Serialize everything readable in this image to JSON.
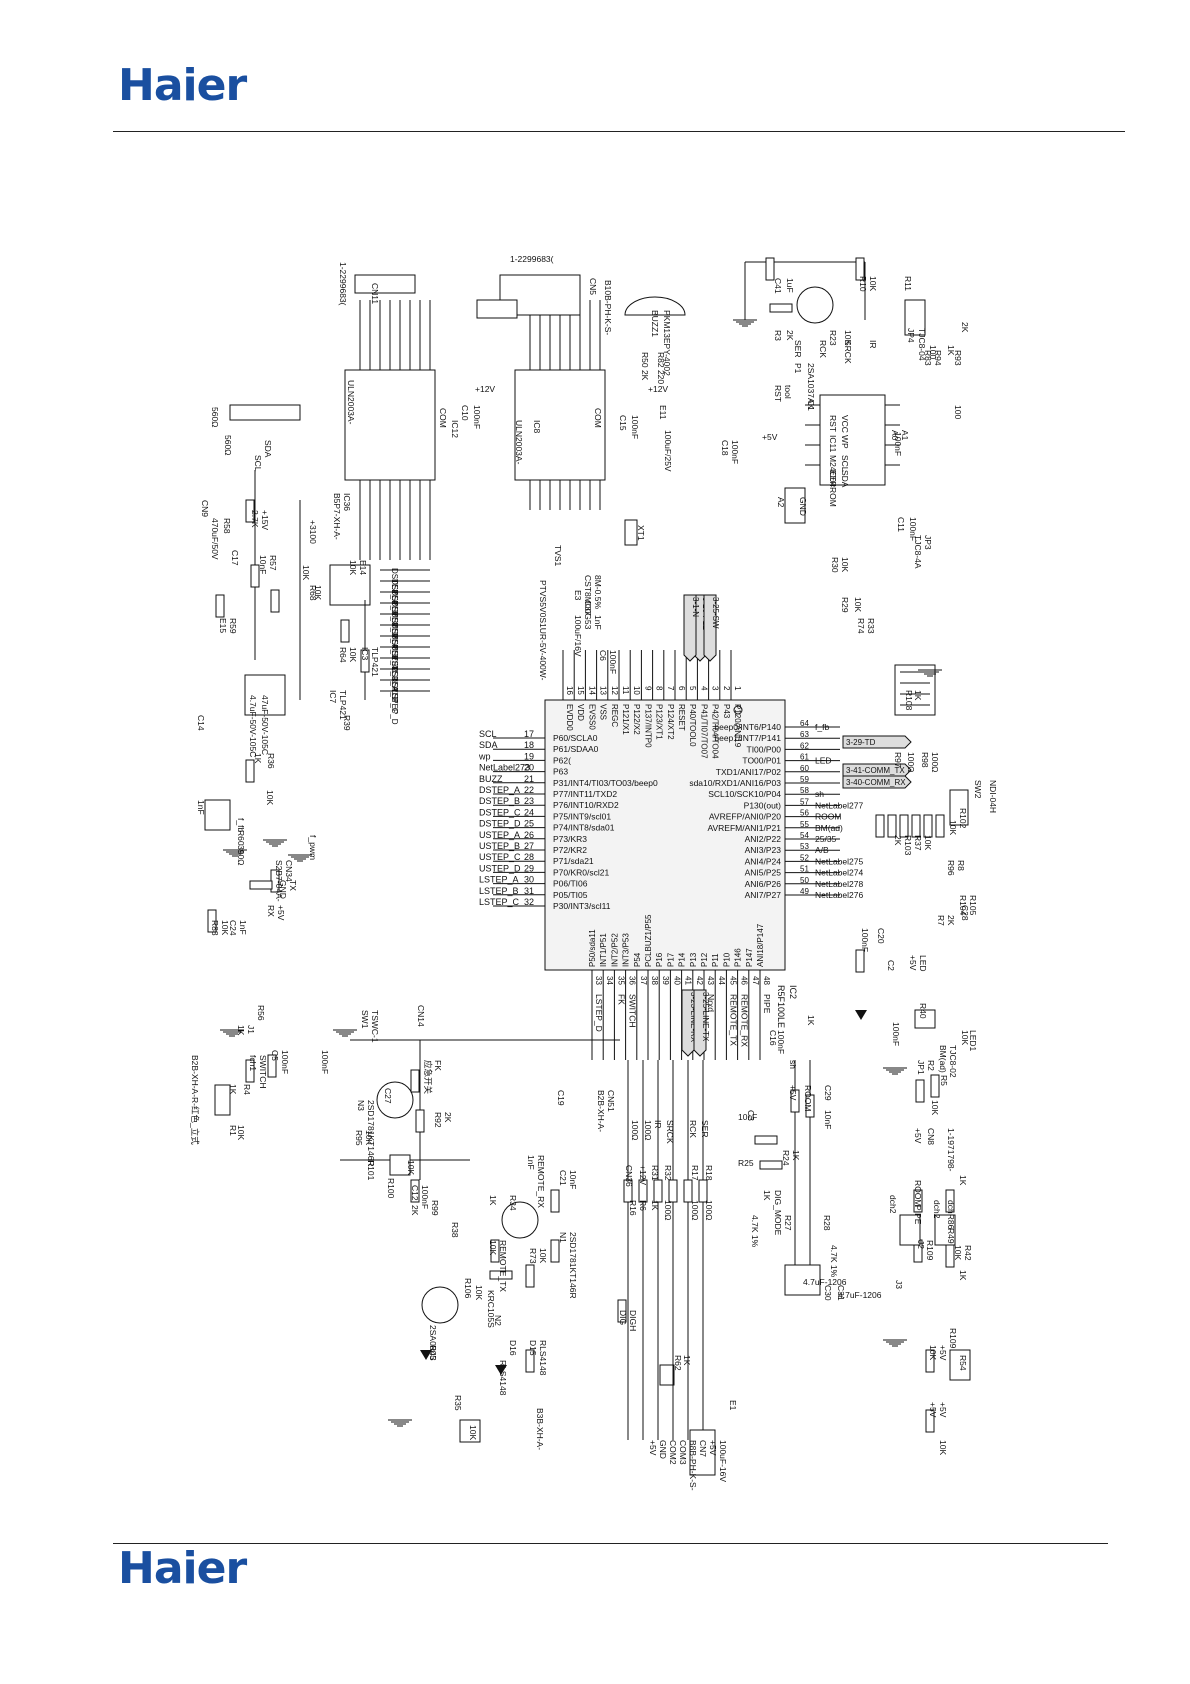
{
  "brand": {
    "logo_text": "Haier"
  },
  "schematic": {
    "mcu": {
      "ref": "IC2",
      "part": "R5F100LE",
      "pins_left": [
        {
          "net": "SCL",
          "num": "17",
          "name": "P60/SCLA0"
        },
        {
          "net": "SDA",
          "num": "18",
          "name": "P61/SDAA0"
        },
        {
          "net": "wp",
          "num": "19",
          "name": "P62("
        },
        {
          "net": "NetLabel273",
          "num": "20",
          "name": "P63"
        },
        {
          "net": "BUZZ",
          "num": "21",
          "name": "P31/INT4/TI03/TO03/beep0"
        },
        {
          "net": "DSTEP_A",
          "num": "22",
          "name": "P77/INT11/TXD2"
        },
        {
          "net": "DSTEP_B",
          "num": "23",
          "name": "P76/INT10/RXD2"
        },
        {
          "net": "DSTEP_C",
          "num": "24",
          "name": "P75/INT9/scl01"
        },
        {
          "net": "DSTEP_D",
          "num": "25",
          "name": "P74/INT8/sda01"
        },
        {
          "net": "USTEP_A",
          "num": "26",
          "name": "P73/KR3"
        },
        {
          "net": "USTEP_B",
          "num": "27",
          "name": "P72/KR2"
        },
        {
          "net": "USTEP_C",
          "num": "28",
          "name": "P71/sda21"
        },
        {
          "net": "USTEP_D",
          "num": "29",
          "name": "P70/KR0/scl21"
        },
        {
          "net": "LSTEP_A",
          "num": "30",
          "name": "P06/TI06"
        },
        {
          "net": "LSTEP_B",
          "num": "31",
          "name": "P05/TI05"
        },
        {
          "net": "LSTEP_C",
          "num": "32",
          "name": "P30/INT3/scl11"
        }
      ],
      "pins_top": [
        {
          "num": "1",
          "name": "P120/ANI19"
        },
        {
          "num": "2",
          "name": "P43"
        },
        {
          "num": "3",
          "name": "P42/TI04/TO04"
        },
        {
          "num": "4",
          "name": "P41/TI07/TO07"
        },
        {
          "num": "5",
          "name": "P40/TOOL0"
        },
        {
          "num": "6",
          "name": "RESET"
        },
        {
          "num": "7",
          "name": "P124/XT2"
        },
        {
          "num": "8",
          "name": "P123/XT1"
        },
        {
          "num": "9",
          "name": "P137/INTP0"
        },
        {
          "num": "10",
          "name": "P122/X2"
        },
        {
          "num": "11",
          "name": "P121/X1"
        },
        {
          "num": "12",
          "name": "REGC"
        },
        {
          "num": "13",
          "name": "VSS"
        },
        {
          "num": "14",
          "name": "EVSS0"
        },
        {
          "num": "15",
          "name": "VDD"
        },
        {
          "num": "16",
          "name": "EVDD0"
        }
      ],
      "pins_right": [
        {
          "num": "64",
          "name": "beep0/INT6/P140",
          "net": "f_fb"
        },
        {
          "num": "63",
          "name": "beep1/INT7/P141",
          "net": ""
        },
        {
          "num": "62",
          "name": "TI00/P00",
          "net": ""
        },
        {
          "num": "61",
          "name": "TO00/P01",
          "net": "LED"
        },
        {
          "num": "60",
          "name": "TXD1/ANI17/P02",
          "net": ""
        },
        {
          "num": "59",
          "name": "sda10/RXD1/ANI16/P03",
          "net": ""
        },
        {
          "num": "58",
          "name": "SCL10/SCK10/P04",
          "net": "sh"
        },
        {
          "num": "57",
          "name": "P130(out)",
          "net": "NetLabel277"
        },
        {
          "num": "56",
          "name": "AVREFP/ANI0/P20",
          "net": "ROOM"
        },
        {
          "num": "55",
          "name": "AVREFM/ANI1/P21",
          "net": "BM(ad)"
        },
        {
          "num": "54",
          "name": "ANI2/P22",
          "net": "25/35"
        },
        {
          "num": "53",
          "name": "ANI3/P23",
          "net": "A/B"
        },
        {
          "num": "52",
          "name": "ANI4/P24",
          "net": "NetLabel275"
        },
        {
          "num": "51",
          "name": "ANI5/P25",
          "net": "NetLabel274"
        },
        {
          "num": "50",
          "name": "ANI6/P26",
          "net": "NetLabel278"
        },
        {
          "num": "49",
          "name": "ANI7/P27",
          "net": "NetLabel276"
        }
      ],
      "pins_bottom": [
        {
          "num": "33",
          "net": "LSTEP_D",
          "name": "P50/sda11"
        },
        {
          "num": "34",
          "net": "",
          "name": "INT1/P51"
        },
        {
          "num": "35",
          "net": "FK",
          "name": "INT2/P52"
        },
        {
          "num": "36",
          "net": "SWITCH",
          "name": "INT3/P53"
        },
        {
          "num": "37",
          "net": "",
          "name": "P54"
        },
        {
          "num": "38",
          "net": "",
          "name": "PCLBUZ1/P55"
        },
        {
          "num": "39",
          "net": "",
          "name": "P16"
        },
        {
          "num": "40",
          "net": "",
          "name": "P17"
        },
        {
          "num": "41",
          "net": "",
          "name": "P14"
        },
        {
          "num": "42",
          "net": "Ntxd",
          "name": "P13"
        },
        {
          "num": "43",
          "net": "Nrxd",
          "name": "P12"
        },
        {
          "num": "44",
          "net": "",
          "name": "P11"
        },
        {
          "num": "45",
          "net": "REMOTE_TX",
          "name": "P10"
        },
        {
          "num": "46",
          "net": "REMOTE_RX",
          "name": "P146"
        },
        {
          "num": "47",
          "net": "",
          "name": "P147"
        },
        {
          "num": "48",
          "net": "PIPE",
          "name": "ANI18/P147"
        }
      ]
    },
    "offsheet": [
      {
        "label": "3-20-FLZ"
      },
      {
        "label": "3-25-SW"
      },
      {
        "label": "3-1-N"
      },
      {
        "label": "3-29-TD"
      },
      {
        "label": "3-41-COMM_TX"
      },
      {
        "label": "3-40-COMM_RX"
      },
      {
        "label": "3-23-LINE-RX"
      },
      {
        "label": "3-25-LINE-TX"
      }
    ],
    "texts": [
      {
        "t": "1-2299683("
      },
      {
        "t": "CN11"
      },
      {
        "t": "1-2299683("
      },
      {
        "t": "CN5"
      },
      {
        "t": "B10B-PH-K-S-"
      },
      {
        "t": "BUZZ1"
      },
      {
        "t": "PKM13EPY-4002"
      },
      {
        "t": "ULN2003A-"
      },
      {
        "t": "IC12"
      },
      {
        "t": "ULN2003A-"
      },
      {
        "t": "IC8"
      },
      {
        "t": "COM"
      },
      {
        "t": "COM"
      },
      {
        "t": "+12V"
      },
      {
        "t": "+12V"
      },
      {
        "t": "C10"
      },
      {
        "t": "100nF"
      },
      {
        "t": "C15"
      },
      {
        "t": "100nF"
      },
      {
        "t": "R50 2K"
      },
      {
        "t": "R82 220"
      },
      {
        "t": "E11"
      },
      {
        "t": "100uF/25V"
      },
      {
        "t": "C18"
      },
      {
        "t": "100nF"
      },
      {
        "t": "+5V"
      },
      {
        "t": "XT1"
      },
      {
        "t": "8M-0.5%"
      },
      {
        "t": "CST8M00G53"
      },
      {
        "t": "TVS1"
      },
      {
        "t": "PTVS5V0S1UR-5V-400W-"
      },
      {
        "t": "E3"
      },
      {
        "t": "100uF/16V"
      },
      {
        "t": "C37"
      },
      {
        "t": "1nF"
      },
      {
        "t": "C6"
      },
      {
        "t": "100nF"
      },
      {
        "t": "C41"
      },
      {
        "t": "1uF"
      },
      {
        "t": "R10"
      },
      {
        "t": "10K"
      },
      {
        "t": "R3"
      },
      {
        "t": "2K"
      },
      {
        "t": "R23"
      },
      {
        "t": "10K"
      },
      {
        "t": "P1"
      },
      {
        "t": "2SA1037AK"
      },
      {
        "t": "R11"
      },
      {
        "t": "2K"
      },
      {
        "t": "TJC8-04"
      },
      {
        "t": "JP4"
      },
      {
        "t": "R93"
      },
      {
        "t": "R83"
      },
      {
        "t": "R94"
      },
      {
        "t": "100"
      },
      {
        "t": "100"
      },
      {
        "t": "1K"
      },
      {
        "t": "RST"
      },
      {
        "t": "tool"
      },
      {
        "t": "C1"
      },
      {
        "t": "100nF"
      },
      {
        "t": "RST"
      },
      {
        "t": "IC11"
      },
      {
        "t": "M24C04"
      },
      {
        "t": "EEPROM"
      },
      {
        "t": "VCC"
      },
      {
        "t": "WP"
      },
      {
        "t": "SCL"
      },
      {
        "t": "SDA"
      },
      {
        "t": "A0"
      },
      {
        "t": "A1"
      },
      {
        "t": "A2"
      },
      {
        "t": "GND"
      },
      {
        "t": "C11"
      },
      {
        "t": "100nF"
      },
      {
        "t": "TJC8-4A"
      },
      {
        "t": "JP3"
      },
      {
        "t": "R30"
      },
      {
        "t": "10K"
      },
      {
        "t": "R29"
      },
      {
        "t": "10K"
      },
      {
        "t": "R74"
      },
      {
        "t": "R33"
      },
      {
        "t": "560Ω"
      },
      {
        "t": "560Ω"
      },
      {
        "t": "SCL"
      },
      {
        "t": "SDA"
      },
      {
        "t": "CN9"
      },
      {
        "t": "B5P7-XH-A-"
      },
      {
        "t": "IC36"
      },
      {
        "t": "+3100"
      },
      {
        "t": "470uF/50V"
      },
      {
        "t": "R58"
      },
      {
        "t": "2.7K"
      },
      {
        "t": "+15V"
      },
      {
        "t": "C17"
      },
      {
        "t": "10nF"
      },
      {
        "t": "R57"
      },
      {
        "t": "10K"
      },
      {
        "t": "R68"
      },
      {
        "t": "10K"
      },
      {
        "t": "E15"
      },
      {
        "t": "R59"
      },
      {
        "t": "10K"
      },
      {
        "t": "E14"
      },
      {
        "t": "4.7uF-50V-105C"
      },
      {
        "t": "47uF-50V-105C"
      },
      {
        "t": "R64"
      },
      {
        "t": "10K"
      },
      {
        "t": "IC3"
      },
      {
        "t": "TLP421"
      },
      {
        "t": "IC7"
      },
      {
        "t": "TLP421"
      },
      {
        "t": "R39"
      },
      {
        "t": "1K"
      },
      {
        "t": "R36"
      },
      {
        "t": "10K"
      },
      {
        "t": "C14"
      },
      {
        "t": "1nF"
      },
      {
        "t": "f_fb"
      },
      {
        "t": "R60"
      },
      {
        "t": "390Ω"
      },
      {
        "t": "f_pwm"
      },
      {
        "t": "S2B7-04A-"
      },
      {
        "t": "CN34"
      },
      {
        "t": "GND"
      },
      {
        "t": "TX"
      },
      {
        "t": "RX"
      },
      {
        "t": "+5V"
      },
      {
        "t": "C24"
      },
      {
        "t": "1nF"
      },
      {
        "t": "R88"
      },
      {
        "t": "10K"
      },
      {
        "t": "R108"
      },
      {
        "t": "1K"
      },
      {
        "t": "R97"
      },
      {
        "t": "100Ω"
      },
      {
        "t": "R98"
      },
      {
        "t": "100Ω"
      },
      {
        "t": "SW2"
      },
      {
        "t": "NDI-04H"
      },
      {
        "t": "R102"
      },
      {
        "t": "10K"
      },
      {
        "t": "R103"
      },
      {
        "t": "2K"
      },
      {
        "t": "R37"
      },
      {
        "t": "10K"
      },
      {
        "t": "R96"
      },
      {
        "t": "R8"
      },
      {
        "t": "R104"
      },
      {
        "t": "R105"
      },
      {
        "t": "R7"
      },
      {
        "t": "2K"
      },
      {
        "t": "C28"
      },
      {
        "t": "100nF"
      },
      {
        "t": "C20"
      },
      {
        "t": "C2"
      },
      {
        "t": "100nF"
      },
      {
        "t": "+5V"
      },
      {
        "t": "LED"
      },
      {
        "t": "R40"
      },
      {
        "t": "10K"
      },
      {
        "t": "LED1"
      },
      {
        "t": "BM(ad)"
      },
      {
        "t": "TJC8-02"
      },
      {
        "t": "JP1"
      },
      {
        "t": "R2"
      },
      {
        "t": "10K"
      },
      {
        "t": "R5"
      },
      {
        "t": "1K"
      },
      {
        "t": "C16"
      },
      {
        "t": "100nF"
      },
      {
        "t": "sh"
      },
      {
        "t": "+5V"
      },
      {
        "t": "ROOM"
      },
      {
        "t": "C29"
      },
      {
        "t": "10nF"
      },
      {
        "t": "C3"
      },
      {
        "t": "10nF"
      },
      {
        "t": "R24"
      },
      {
        "t": "1K"
      },
      {
        "t": "R25"
      },
      {
        "t": "1K"
      },
      {
        "t": "DIG_MODE"
      },
      {
        "t": "4.7K 1%"
      },
      {
        "t": "R27"
      },
      {
        "t": "R28"
      },
      {
        "t": "4.7K 1%"
      },
      {
        "t": "C30"
      },
      {
        "t": "C31"
      },
      {
        "t": "4.7uF-1206"
      },
      {
        "t": "4.7uF-1206"
      },
      {
        "t": "+5V"
      },
      {
        "t": "CN8"
      },
      {
        "t": "1-1971798-"
      },
      {
        "t": "ROOM"
      },
      {
        "t": "PIPE"
      },
      {
        "t": "dch2"
      },
      {
        "t": "dch2"
      },
      {
        "t": "dchR86"
      },
      {
        "t": "R49"
      },
      {
        "t": "1K"
      },
      {
        "t": "J2"
      },
      {
        "t": "R109"
      },
      {
        "t": "10K"
      },
      {
        "t": "R42"
      },
      {
        "t": "1K"
      },
      {
        "t": "J3"
      },
      {
        "t": "R109"
      },
      {
        "t": "10K"
      },
      {
        "t": "+5V"
      },
      {
        "t": "+5V"
      },
      {
        "t": "+5V"
      },
      {
        "t": "R54"
      },
      {
        "t": "10K"
      },
      {
        "t": "R56"
      },
      {
        "t": "1K"
      },
      {
        "t": "J1"
      },
      {
        "t": "fch1"
      },
      {
        "t": "SWITCH"
      },
      {
        "t": "C5"
      },
      {
        "t": "100nF"
      },
      {
        "t": "R4"
      },
      {
        "t": "1K"
      },
      {
        "t": "R1"
      },
      {
        "t": "10K"
      },
      {
        "t": "B2B-XH-A-R-红色_立式"
      },
      {
        "t": "CN14"
      },
      {
        "t": "SW1"
      },
      {
        "t": "TSWC-1"
      },
      {
        "t": "应急开关"
      },
      {
        "t": "FK"
      },
      {
        "t": "C27"
      },
      {
        "t": "100nF"
      },
      {
        "t": "R92"
      },
      {
        "t": "2K"
      },
      {
        "t": "N3"
      },
      {
        "t": "2SD1781KT146R"
      },
      {
        "t": "R95"
      },
      {
        "t": "10K"
      },
      {
        "t": "R101"
      },
      {
        "t": "10K"
      },
      {
        "t": "C12"
      },
      {
        "t": "100nF"
      },
      {
        "t": "R100"
      },
      {
        "t": "R99"
      },
      {
        "t": "2K"
      },
      {
        "t": "B2B-XH-A-"
      },
      {
        "t": "CN51"
      },
      {
        "t": "C19"
      },
      {
        "t": "1nF"
      },
      {
        "t": "REMOTE_RX"
      },
      {
        "t": "C21"
      },
      {
        "t": "10nF"
      },
      {
        "t": "R34"
      },
      {
        "t": "1K"
      },
      {
        "t": "N1"
      },
      {
        "t": "2SD1781KT146R"
      },
      {
        "t": "R73"
      },
      {
        "t": "10K"
      },
      {
        "t": "R38"
      },
      {
        "t": "10K"
      },
      {
        "t": "REMOTE_TX"
      },
      {
        "t": "R106"
      },
      {
        "t": "10K"
      },
      {
        "t": "KRC105S"
      },
      {
        "t": "N2"
      },
      {
        "t": "2SA0805"
      },
      {
        "t": "R43"
      },
      {
        "t": "D16"
      },
      {
        "t": "RLS4148"
      },
      {
        "t": "D15"
      },
      {
        "t": "RLS4148"
      },
      {
        "t": "R35"
      },
      {
        "t": "10K"
      },
      {
        "t": "B3B-XH-A-"
      },
      {
        "t": "CN36"
      },
      {
        "t": "+12V"
      },
      {
        "t": "R31"
      },
      {
        "t": "R32"
      },
      {
        "t": "R17"
      },
      {
        "t": "R18"
      },
      {
        "t": "R16"
      },
      {
        "t": "R6"
      },
      {
        "t": "1K"
      },
      {
        "t": "100Ω"
      },
      {
        "t": "100Ω"
      },
      {
        "t": "100Ω"
      },
      {
        "t": "100Ω"
      },
      {
        "t": "100Ω"
      },
      {
        "t": "IR"
      },
      {
        "t": "SRCK"
      },
      {
        "t": "RCK"
      },
      {
        "t": "SER"
      },
      {
        "t": "DIG"
      },
      {
        "t": "DIGH"
      },
      {
        "t": "R62"
      },
      {
        "t": "1K"
      },
      {
        "t": "E1"
      },
      {
        "t": "100uF-16V"
      },
      {
        "t": "+5V"
      },
      {
        "t": "CN7"
      },
      {
        "t": "B8B-PH-K-S-"
      },
      {
        "t": "COM3"
      },
      {
        "t": "COM2"
      },
      {
        "t": "GND"
      },
      {
        "t": "+5V"
      },
      {
        "t": "SER"
      },
      {
        "t": "RCK"
      },
      {
        "t": "SRCK"
      },
      {
        "t": "IR"
      }
    ],
    "stepper_nets": [
      "DSTEP_A",
      "DSTEP_B",
      "DSTEP_C",
      "DSTEP_D",
      "USTEP_A",
      "USTEP_B",
      "USTEP_C",
      "USTEP_D",
      "LSTEP_A",
      "LSTEP_B",
      "LSTEP_C",
      "LSTEP_D"
    ]
  }
}
